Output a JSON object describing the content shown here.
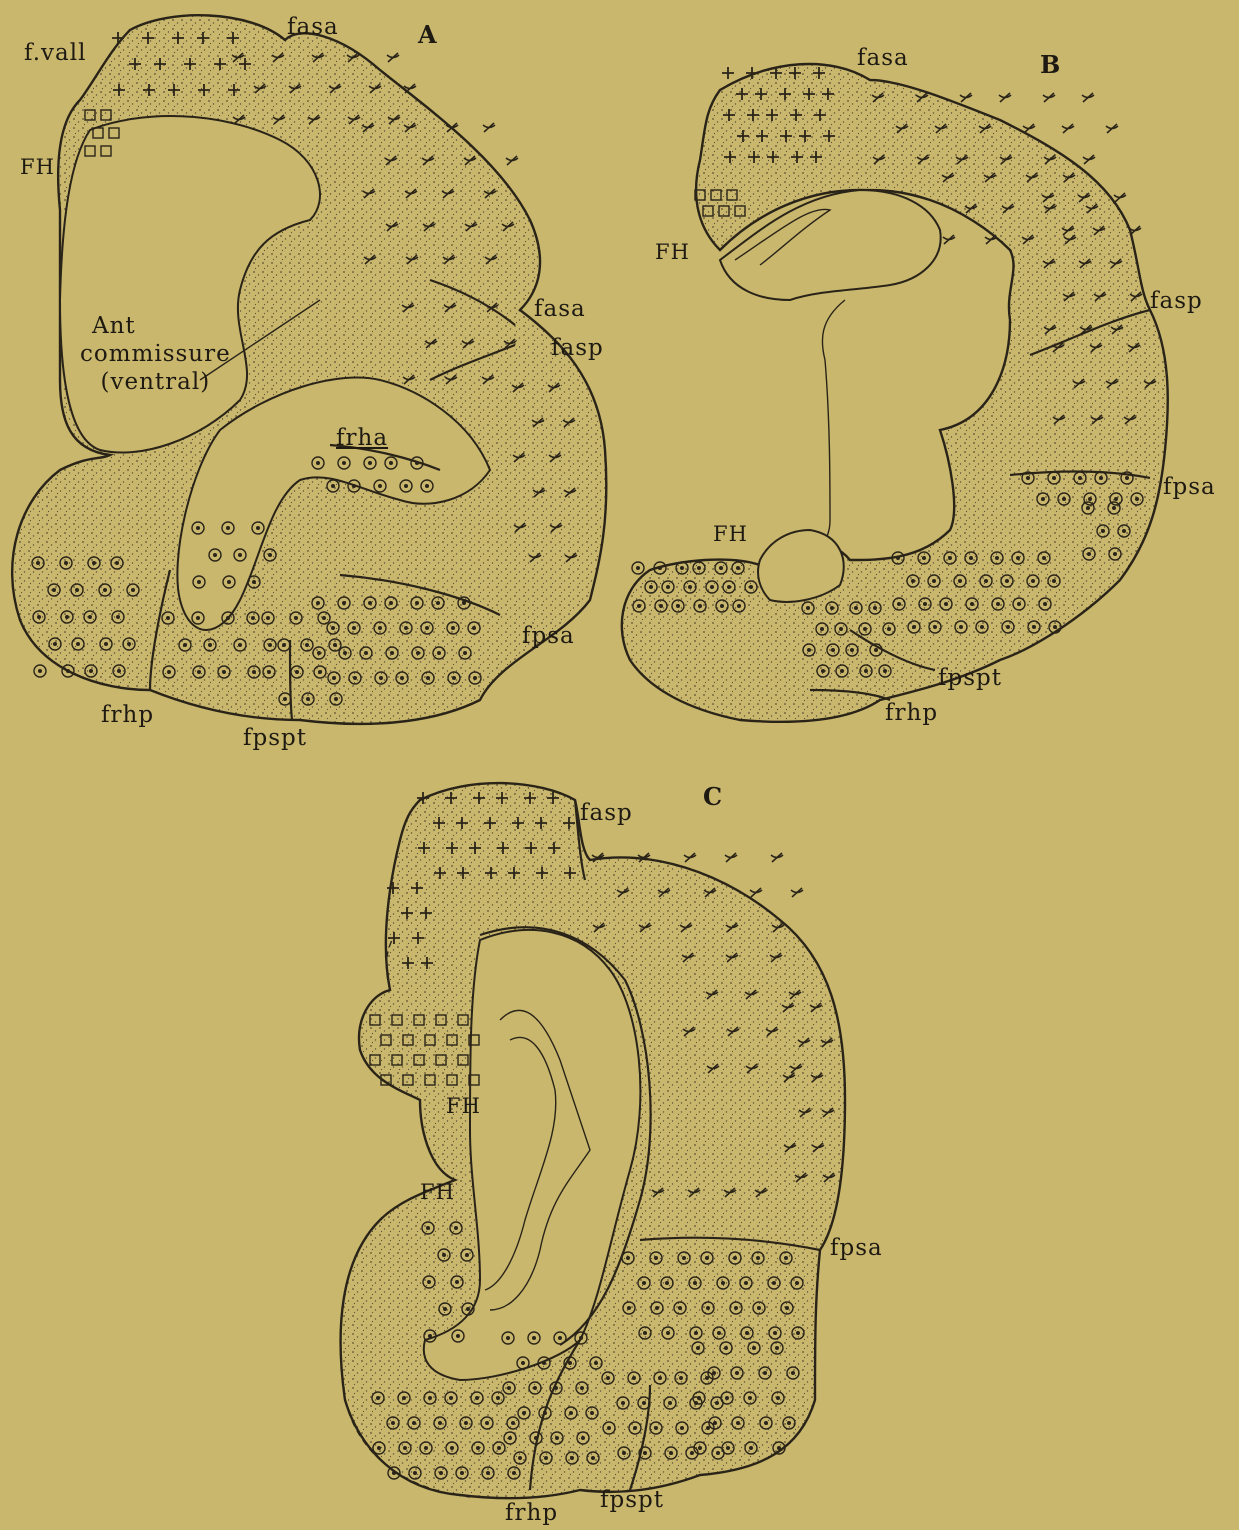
{
  "panels": {
    "a": {
      "letter": "A",
      "labels": {
        "f_vall": "f.vall",
        "fasa_top": "fasa",
        "fh": "FH",
        "fasa_mid": "fasa",
        "fasp": "fasp",
        "ant_line1": "Ant",
        "ant_line2": "commissure",
        "ant_line3": "(ventral)",
        "frha": "frha",
        "fpsa": "fpsa",
        "frhp": "frhp",
        "fpspt": "fpspt"
      }
    },
    "b": {
      "letter": "B",
      "labels": {
        "fasa": "fasa",
        "fh_top": "FH",
        "fasp": "fasp",
        "fpsa": "fpsa",
        "fh_bottom": "FH",
        "fpspt": "fpspt",
        "frhp": "frhp"
      }
    },
    "c": {
      "letter": "C",
      "labels": {
        "fasp": "fasp",
        "fh_top": "FH",
        "fh_left": "FH",
        "fpsa": "fpsa",
        "frhp": "frhp",
        "fpspt": "fpspt"
      }
    }
  },
  "colors": {
    "background": "#c9b76e",
    "ink": "#2a2418",
    "stipple": "#5b5032"
  },
  "symbol_legend": [
    "plus-mark",
    "cross-mark",
    "square-mark",
    "circle-mark"
  ]
}
